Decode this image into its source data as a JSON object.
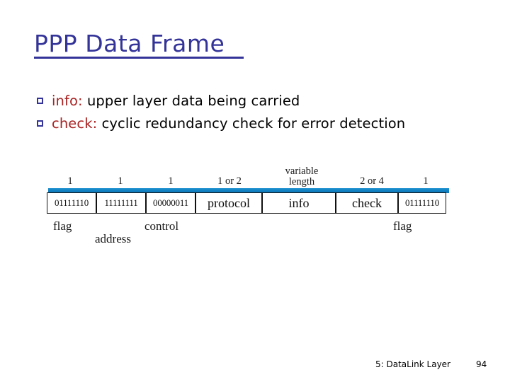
{
  "slide": {
    "title": "PPP Data Frame",
    "title_color": "#333399",
    "bullets": [
      {
        "keyword": "info:",
        "text": " upper layer data being carried"
      },
      {
        "keyword": "check:",
        "text": "  cyclic redundancy check for error detection"
      }
    ],
    "bullet_keyword_color": "#AA2222",
    "bullet_marker_color": "#333399"
  },
  "diagram": {
    "name": "ppp-frame-format",
    "accent_bar_color": "#0f7ec0",
    "size_labels": [
      "1",
      "1",
      "1",
      "1 or 2",
      "variable",
      "length",
      "2 or 4",
      "1"
    ],
    "fields": [
      {
        "value": "01111110",
        "style": "bits"
      },
      {
        "value": "11111111",
        "style": "bits"
      },
      {
        "value": "00000011",
        "style": "bits"
      },
      {
        "value": "protocol",
        "style": "word"
      },
      {
        "value": "info",
        "style": "word"
      },
      {
        "value": "check",
        "style": "word"
      },
      {
        "value": "01111110",
        "style": "bits"
      }
    ],
    "field_names": [
      "flag",
      "address",
      "control",
      "flag"
    ]
  },
  "footer": {
    "section": "5: DataLink Layer",
    "page": "94"
  }
}
